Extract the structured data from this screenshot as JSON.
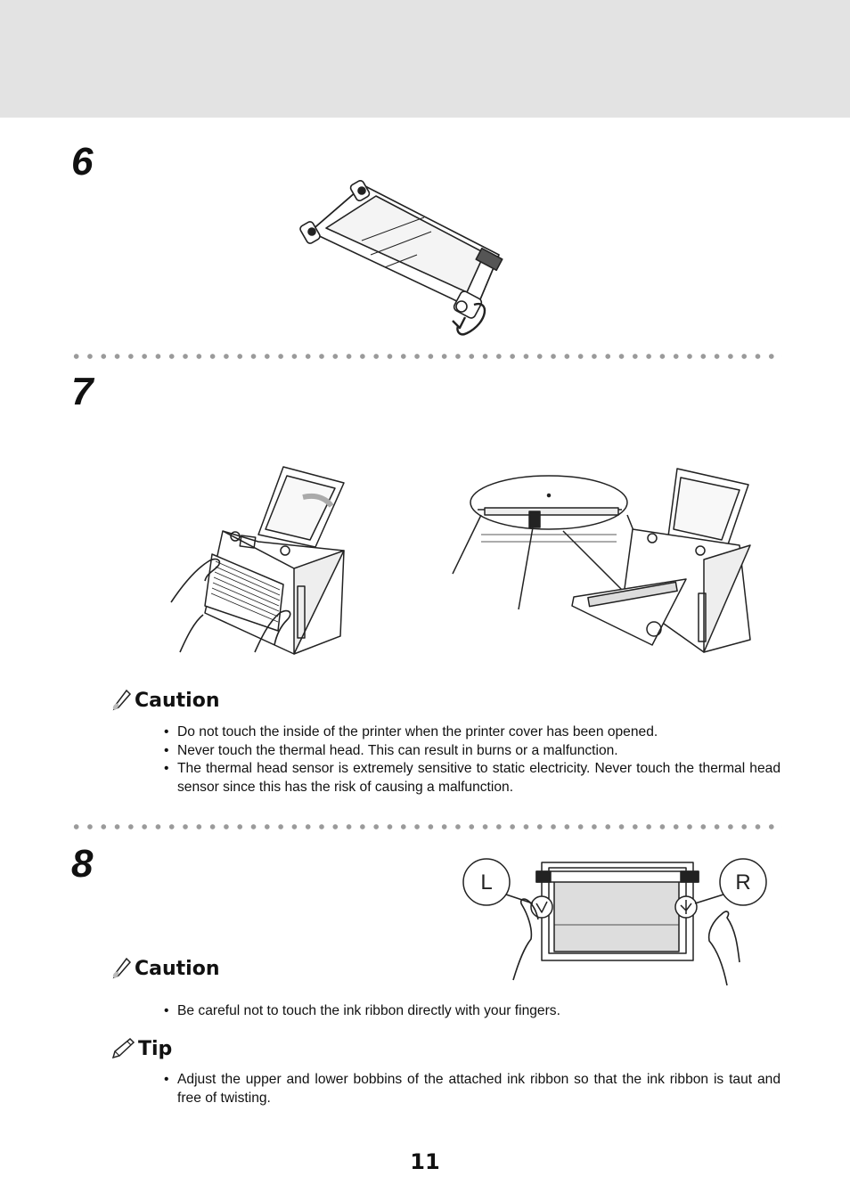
{
  "steps": [
    {
      "number": "6"
    },
    {
      "number": "7"
    },
    {
      "number": "8"
    }
  ],
  "caution_1": {
    "title": "Caution",
    "items": [
      "Do not touch the inside of the printer when the printer cover has been opened.",
      "Never touch the thermal head.  This can result in burns or a malfunction.",
      "The thermal head sensor is extremely sensitive to static electricity.  Never touch the thermal head sensor since this has the risk of causing a malfunction."
    ]
  },
  "caution_2": {
    "title": "Caution",
    "items": [
      "Be careful not to touch the ink ribbon directly with your fingers."
    ]
  },
  "tip": {
    "title": "Tip",
    "items": [
      "Adjust the upper and lower bobbins of the attached ink ribbon so that the ink ribbon is taut and free of twisting."
    ]
  },
  "illustration_labels": {
    "left": "L",
    "right": "R"
  },
  "page_number": "11",
  "colors": {
    "header_band": "#e3e3e3",
    "dots": "#9a9a9a",
    "text": "#111111"
  }
}
